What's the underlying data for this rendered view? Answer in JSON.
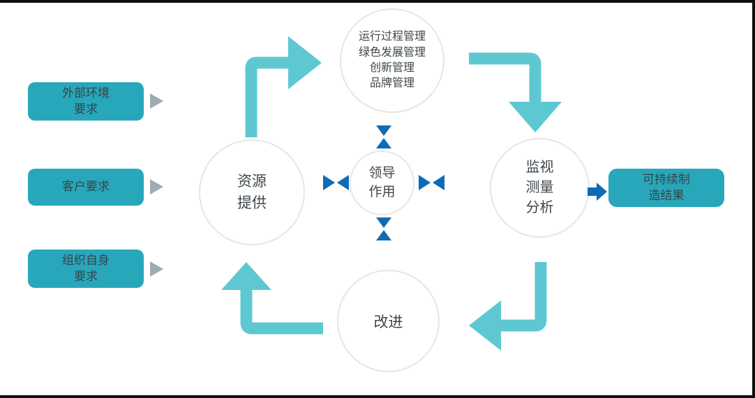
{
  "diagram": {
    "inputs": [
      {
        "name": "external-environment",
        "lines": [
          "外部环境",
          "要求"
        ]
      },
      {
        "name": "customer",
        "lines": [
          "客户要求"
        ]
      },
      {
        "name": "organization",
        "lines": [
          "组织自身",
          "要求"
        ]
      }
    ],
    "nodes": {
      "management": {
        "lines": [
          "运行过程管理",
          "绿色发展管理",
          "创新管理",
          "品牌管理"
        ]
      },
      "resource": {
        "lines": [
          "资源",
          "提供"
        ]
      },
      "leadership": {
        "lines": [
          "领导",
          "作用"
        ]
      },
      "monitor": {
        "lines": [
          "监视",
          "测量",
          "分析"
        ]
      },
      "improve": {
        "lines": [
          "改进"
        ]
      }
    },
    "output": {
      "lines": [
        "可持续制",
        "造结果"
      ]
    },
    "icons": [
      "arrow-resource-to-management-icon",
      "arrow-management-to-monitor-icon",
      "arrow-monitor-to-improve-icon",
      "arrow-improve-to-resource-icon",
      "arrow-monitor-to-result-icon",
      "input-pointer-triangle-icon",
      "bowtie-converging-triangles-icon"
    ],
    "colors": {
      "teal_box": "#28a7bb",
      "teal_arrow": "#5ec8d2",
      "blue_accent": "#0e6cb5",
      "gray_triangle": "#9dacb2",
      "circle_border": "#e6e6e6",
      "text_dark": "#3e464b",
      "frame_border": "#101010",
      "background": "#ffffff"
    }
  }
}
